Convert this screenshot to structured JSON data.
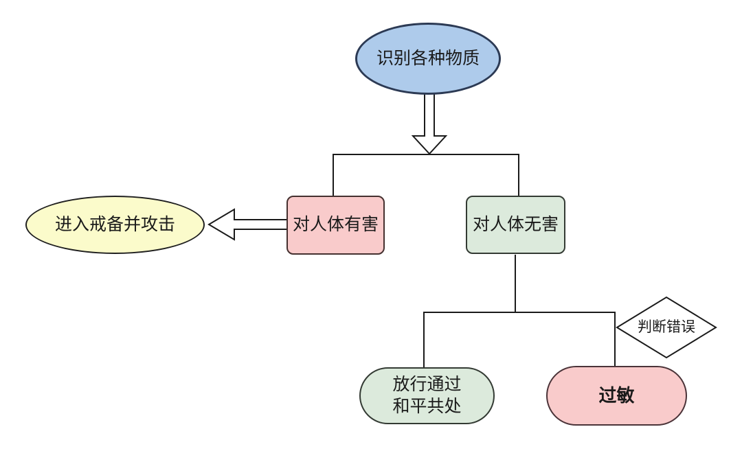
{
  "diagram": {
    "type": "flowchart",
    "background_color": "#ffffff",
    "line_color": "#1a1a1a",
    "nodes": {
      "identify": {
        "label": "识别各种物质",
        "shape": "ellipse",
        "fill": "#aecbeb",
        "border": "#2c3a54"
      },
      "harmful": {
        "label": "对人体有害",
        "shape": "rounded-rectangle",
        "fill": "#f9cbcb",
        "border": "#44302f"
      },
      "harmless": {
        "label": "对人体无害",
        "shape": "rounded-rectangle",
        "fill": "#dceadc",
        "border": "#333a33"
      },
      "attack": {
        "label": "进入戒备并攻击",
        "shape": "ellipse",
        "fill": "#fbfbcb",
        "border": "#1f1f1f"
      },
      "pass": {
        "lines": [
          "放行通过",
          "和平共处"
        ],
        "shape": "stadium",
        "fill": "#dceadc",
        "border": "#333a33"
      },
      "allergy": {
        "label": "过敏",
        "shape": "stadium",
        "bold": true,
        "fill": "#f9cbcb",
        "border": "#4a3338"
      },
      "misjudge": {
        "label": "判断错误",
        "shape": "diamond",
        "fill": "#ffffff",
        "border": "#1a1a1a"
      }
    },
    "edges": [
      {
        "from": "identify",
        "to": "branch-top",
        "style": "hollow-double-arrow-down"
      },
      {
        "from": "branch-top",
        "to": "harmful",
        "style": "line"
      },
      {
        "from": "branch-top",
        "to": "harmless",
        "style": "line"
      },
      {
        "from": "harmful",
        "to": "attack",
        "style": "hollow-double-arrow-left"
      },
      {
        "from": "harmless",
        "to": "branch-bottom",
        "style": "line"
      },
      {
        "from": "branch-bottom",
        "to": "pass",
        "style": "line"
      },
      {
        "from": "branch-bottom",
        "to": "allergy",
        "style": "line"
      },
      {
        "from": "misjudge",
        "attached_to": "allergy-branch",
        "style": "annotation"
      }
    ]
  }
}
